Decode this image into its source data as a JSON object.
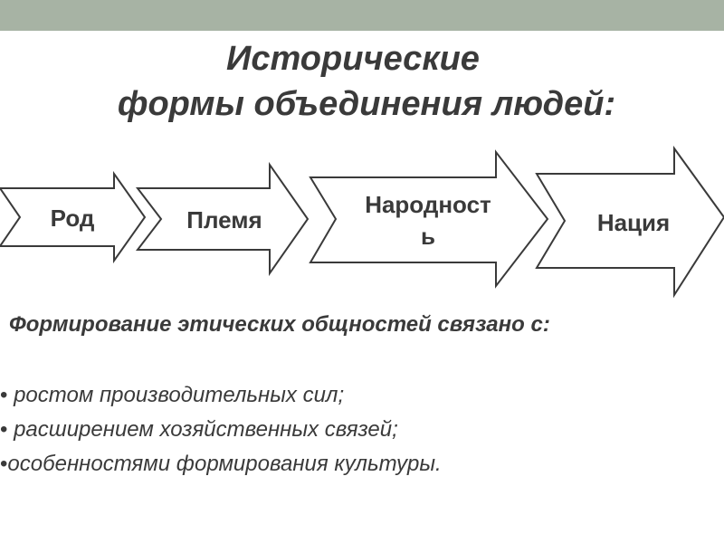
{
  "colors": {
    "top_bar": "#a7b3a4",
    "text": "#3a3a3a",
    "arrow_stroke": "#3a3a3a"
  },
  "title": {
    "line1": "Исторические",
    "line2": "формы объединения людей:"
  },
  "arrows": [
    {
      "label": "Род"
    },
    {
      "label": "Племя"
    },
    {
      "label_line1": "Народност",
      "label_line2": "ь"
    },
    {
      "label": "Нация"
    }
  ],
  "subtitle": "Формирование этических общностей связано с:",
  "bullets": [
    {
      "marker": "•",
      "text": " ростом производительных сил;"
    },
    {
      "marker": "•",
      "text": " расширением хозяйственных связей;"
    },
    {
      "marker": "•",
      "text": "особенностями формирования культуры."
    }
  ]
}
